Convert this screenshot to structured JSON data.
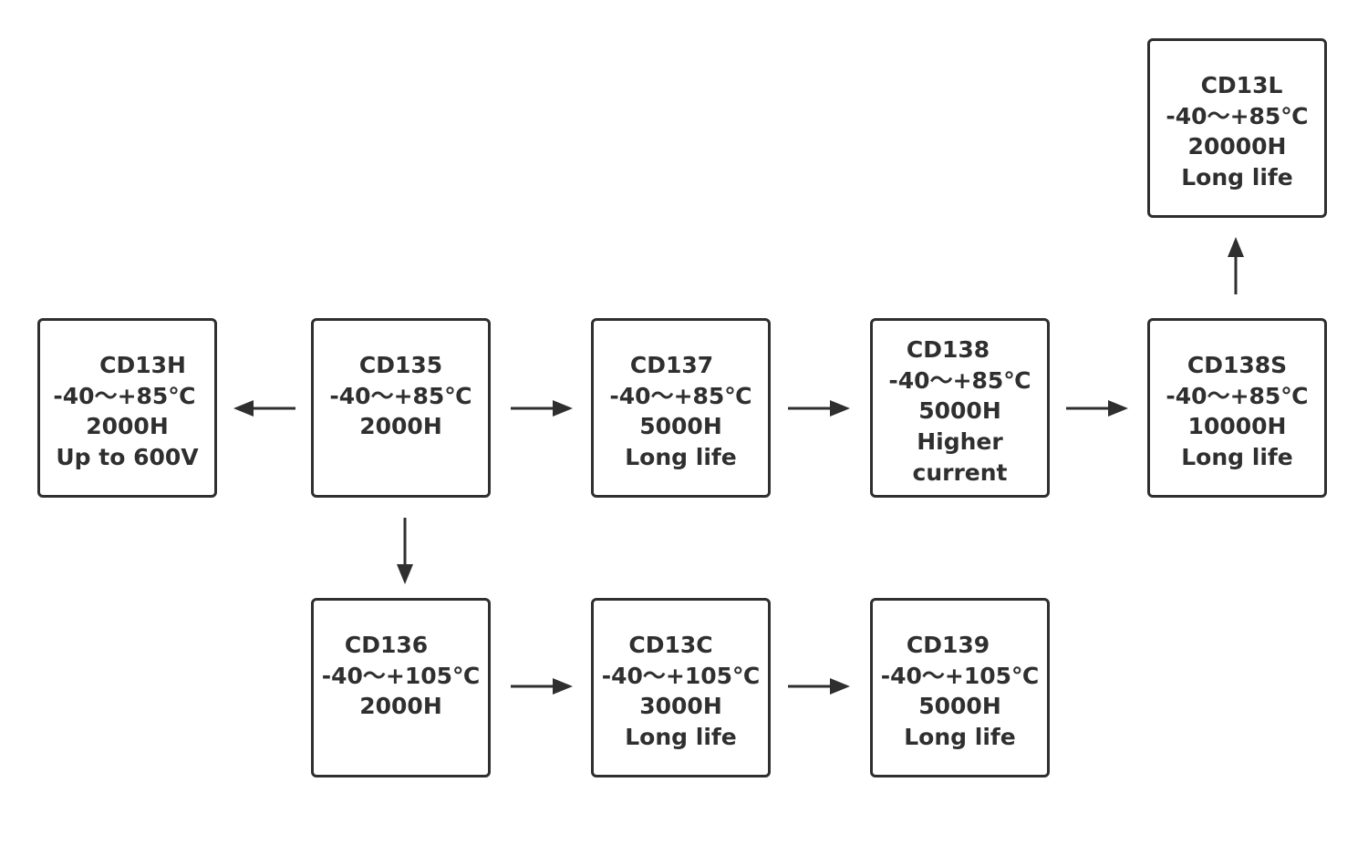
{
  "colors": {
    "stroke": "#2f2f2f",
    "text": "#2f2f2f",
    "background": "#ffffff"
  },
  "nodes": [
    {
      "id": "cd13h",
      "lines": [
        "CD13H",
        "-40～+85℃",
        "2000H",
        "Up to 600V"
      ]
    },
    {
      "id": "cd135",
      "lines": [
        "CD135",
        "-40～+85℃",
        "2000H"
      ]
    },
    {
      "id": "cd137",
      "lines": [
        "CD137",
        "-40～+85℃",
        "5000H",
        "Long life"
      ]
    },
    {
      "id": "cd138",
      "lines": [
        "CD138",
        "-40～+85℃",
        "5000H",
        "Higher",
        "current"
      ]
    },
    {
      "id": "cd138s",
      "lines": [
        "CD138S",
        "-40～+85℃",
        "10000H",
        "Long life"
      ]
    },
    {
      "id": "cd13l",
      "lines": [
        "CD13L",
        "-40～+85℃",
        "20000H",
        "Long life"
      ]
    },
    {
      "id": "cd136",
      "lines": [
        "CD136",
        "-40～+105℃",
        "2000H"
      ]
    },
    {
      "id": "cd13c",
      "lines": [
        "CD13C",
        "-40～+105℃",
        "3000H",
        "Long life"
      ]
    },
    {
      "id": "cd139",
      "lines": [
        "CD139",
        "-40～+105℃",
        "5000H",
        "Long life"
      ]
    }
  ],
  "edges": [
    {
      "from": "cd135",
      "to": "cd13h"
    },
    {
      "from": "cd135",
      "to": "cd137"
    },
    {
      "from": "cd137",
      "to": "cd138"
    },
    {
      "from": "cd138",
      "to": "cd138s"
    },
    {
      "from": "cd138s",
      "to": "cd13l"
    },
    {
      "from": "cd135",
      "to": "cd136"
    },
    {
      "from": "cd136",
      "to": "cd13c"
    },
    {
      "from": "cd13c",
      "to": "cd139"
    }
  ]
}
